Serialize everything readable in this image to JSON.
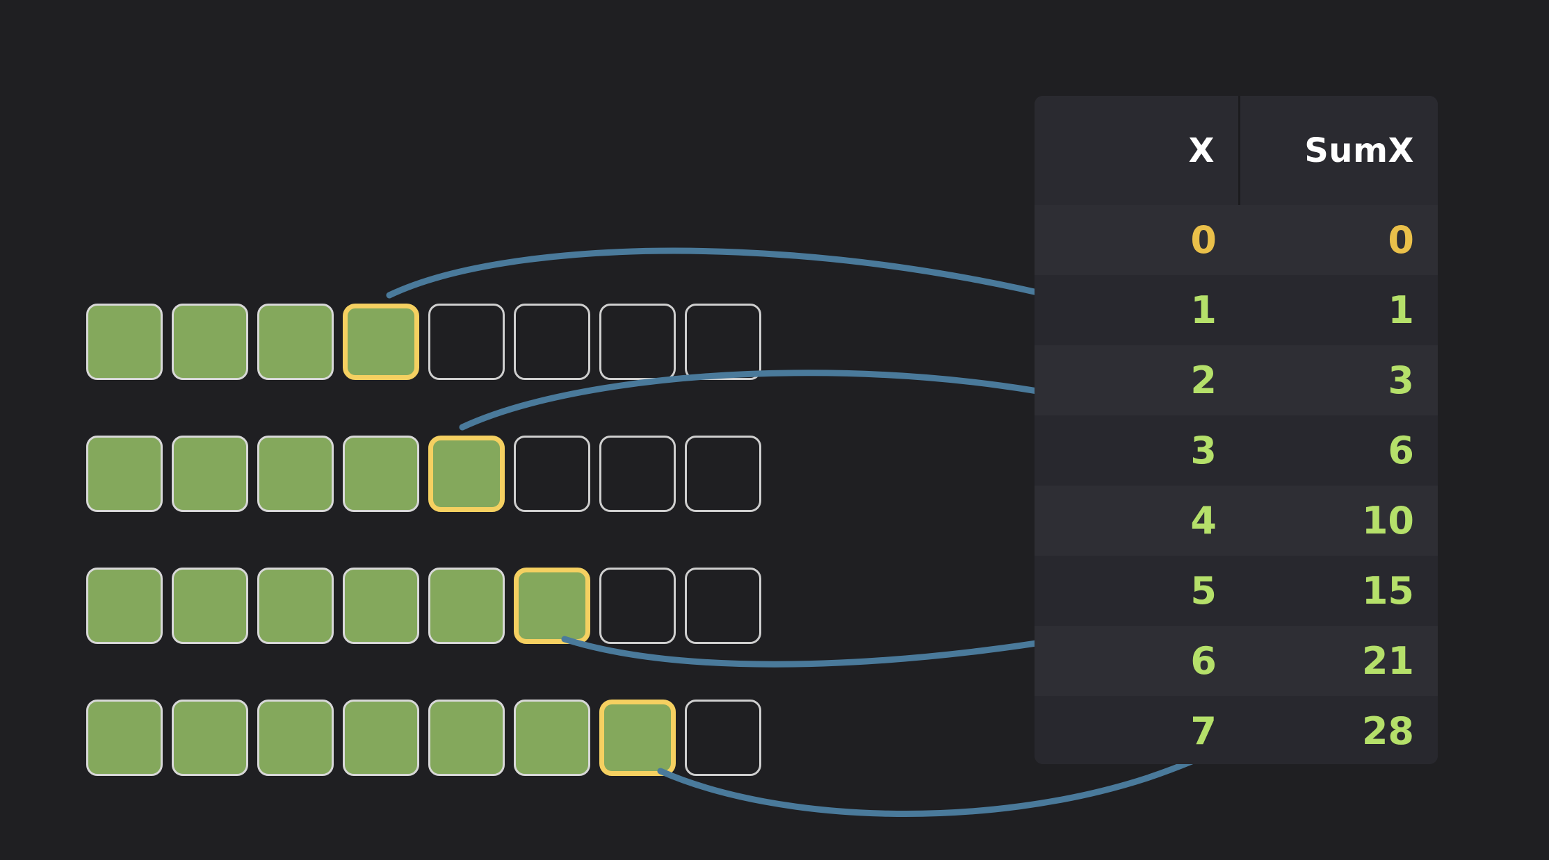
{
  "background_color": "#1f1f22",
  "colors": {
    "filled_square": "#84a85c",
    "square_border": "#d8d8d8",
    "highlight_border": "#f5d061",
    "arrow": "#4a7a9b",
    "value_green": "#b5e06a",
    "value_amber": "#eac04a",
    "panel": "#2a2a30",
    "row_light": "#2e2e34",
    "row_dark": "#28282e"
  },
  "grid": {
    "columns": 8,
    "rows": [
      {
        "label": "row-1",
        "filled_count": 4,
        "highlight_index": 3
      },
      {
        "label": "row-2",
        "filled_count": 5,
        "highlight_index": 4
      },
      {
        "label": "row-3",
        "filled_count": 6,
        "highlight_index": 5
      },
      {
        "label": "row-4",
        "filled_count": 7,
        "highlight_index": 6
      }
    ]
  },
  "table": {
    "headers": [
      "X",
      "SumX"
    ],
    "rows": [
      {
        "x": "0",
        "sumx": "0",
        "accent": "amber"
      },
      {
        "x": "1",
        "sumx": "1",
        "accent": "green"
      },
      {
        "x": "2",
        "sumx": "3",
        "accent": "green"
      },
      {
        "x": "3",
        "sumx": "6",
        "accent": "green"
      },
      {
        "x": "4",
        "sumx": "10",
        "accent": "green"
      },
      {
        "x": "5",
        "sumx": "15",
        "accent": "green"
      },
      {
        "x": "6",
        "sumx": "21",
        "accent": "green"
      },
      {
        "x": "7",
        "sumx": "28",
        "accent": "green"
      }
    ]
  },
  "arrows": [
    {
      "name": "arrow-row1-to-sumx-6",
      "from_row": 1,
      "to_value": "6"
    },
    {
      "name": "arrow-row2-to-sumx-10",
      "from_row": 2,
      "to_value": "10"
    },
    {
      "name": "arrow-row3-to-sumx-15",
      "from_row": 3,
      "to_value": "15"
    },
    {
      "name": "arrow-row4-to-sumx-21",
      "from_row": 4,
      "to_value": "21"
    }
  ]
}
